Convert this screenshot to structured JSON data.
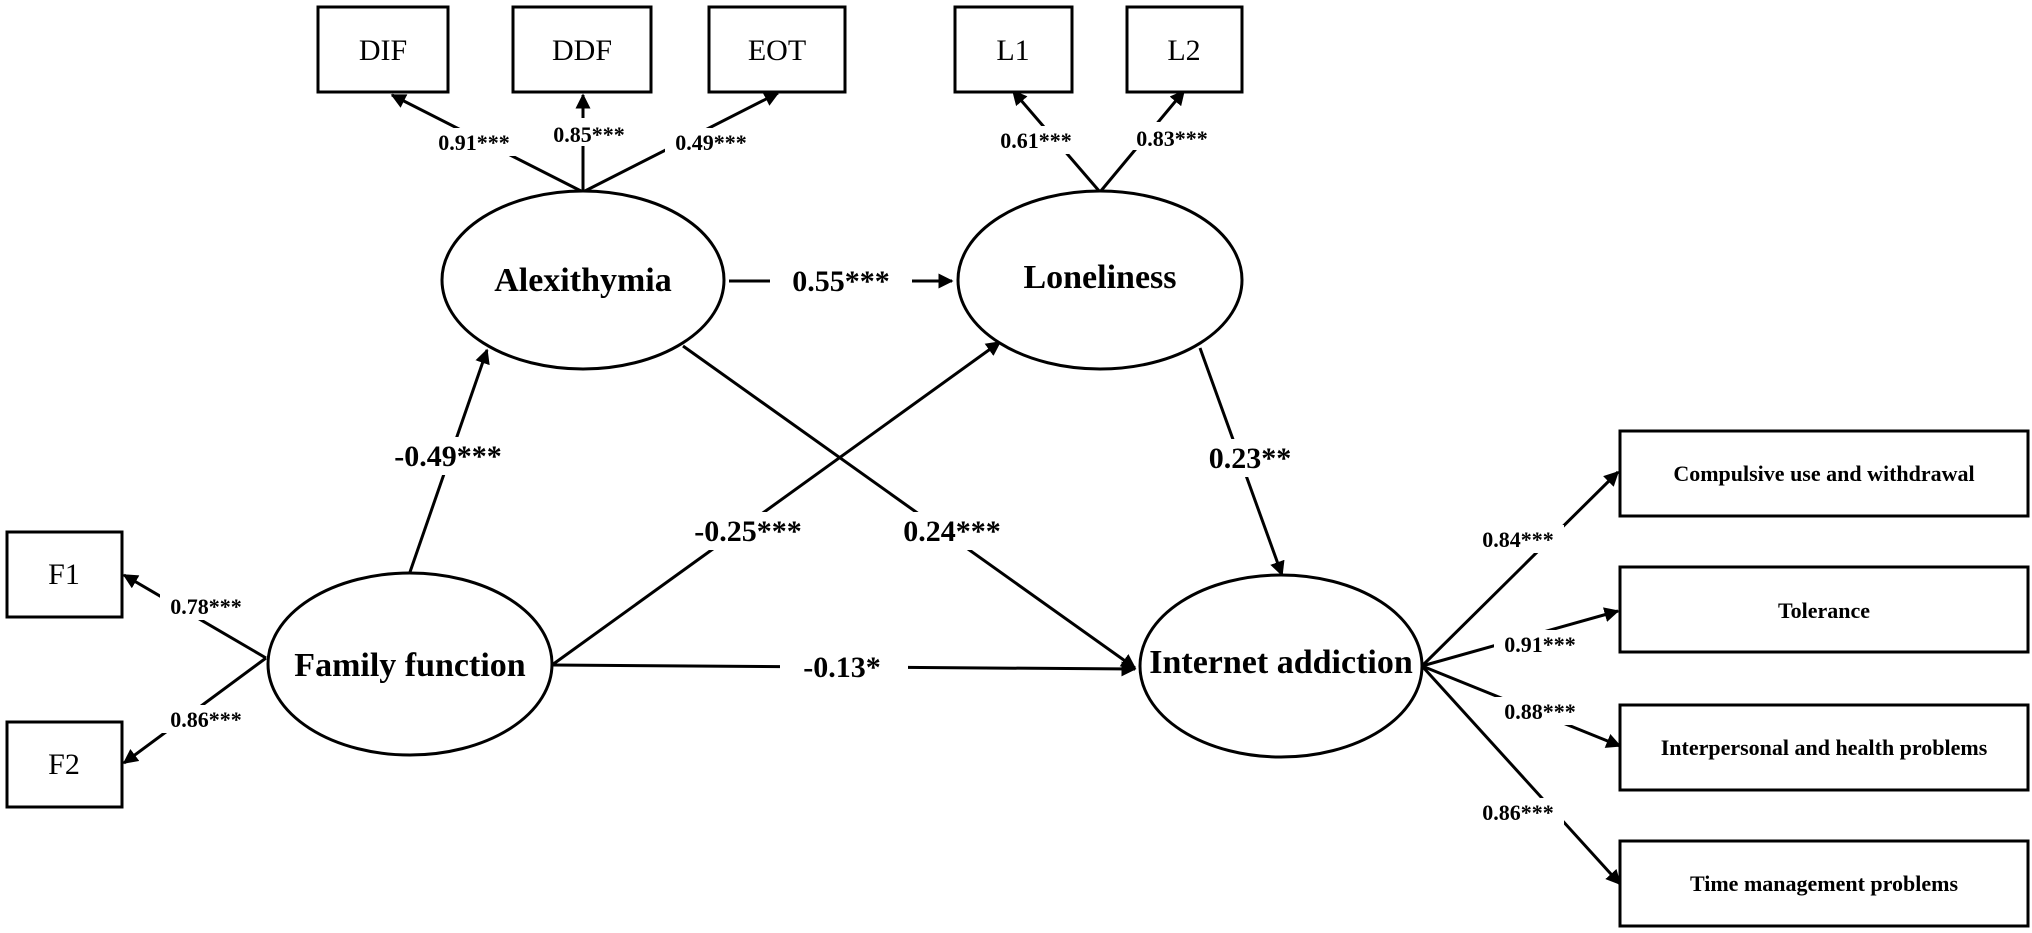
{
  "latents": {
    "alexithymia": "Alexithymia",
    "loneliness": "Loneliness",
    "family_function": "Family function",
    "internet_addiction": "Internet addiction"
  },
  "indicators": {
    "dif": "DIF",
    "ddf": "DDF",
    "eot": "EOT",
    "l1": "L1",
    "l2": "L2",
    "f1": "F1",
    "f2": "F2",
    "compulsive": "Compulsive use and withdrawal",
    "tolerance": "Tolerance",
    "interpersonal": "Interpersonal and health problems",
    "time_mgmt": "Time management problems"
  },
  "loadings": {
    "dif": "0.91***",
    "ddf": "0.85***",
    "eot": "0.49***",
    "l1": "0.61***",
    "l2": "0.83***",
    "f1": "0.78***",
    "f2": "0.86***",
    "compulsive": "0.84***",
    "tolerance": "0.91***",
    "interpersonal": "0.88***",
    "time_mgmt": "0.86***"
  },
  "paths": {
    "alex_to_lone": "0.55***",
    "ff_to_alex": "-0.49***",
    "ff_to_lone": "-0.25***",
    "alex_to_ia": "0.24***",
    "lone_to_ia": "0.23**",
    "ff_to_ia": "-0.13*"
  }
}
